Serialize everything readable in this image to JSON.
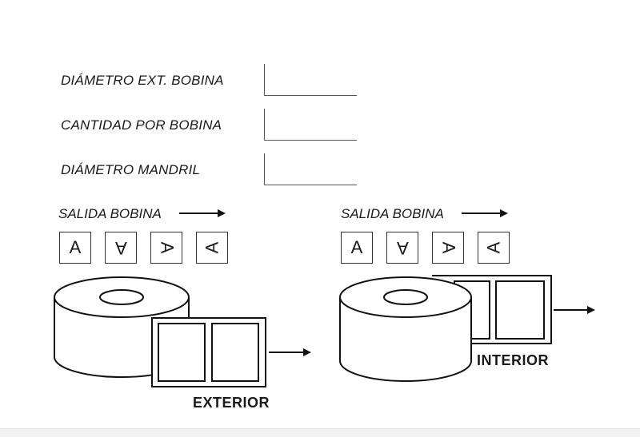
{
  "fields": [
    {
      "label": "DIÁMETRO EXT. BOBINA"
    },
    {
      "label": "CANTIDAD POR BOBINA"
    },
    {
      "label": "DIÁMETRO MANDRIL"
    }
  ],
  "exterior": {
    "salida_label": "SALIDA BOBINA",
    "orientations": [
      "A",
      "A",
      "A",
      "A"
    ],
    "mode_label": "EXTERIOR"
  },
  "interior": {
    "salida_label": "SALIDA BOBINA",
    "orientations": [
      "A",
      "A",
      "A",
      "A"
    ],
    "mode_label": "INTERIOR"
  }
}
